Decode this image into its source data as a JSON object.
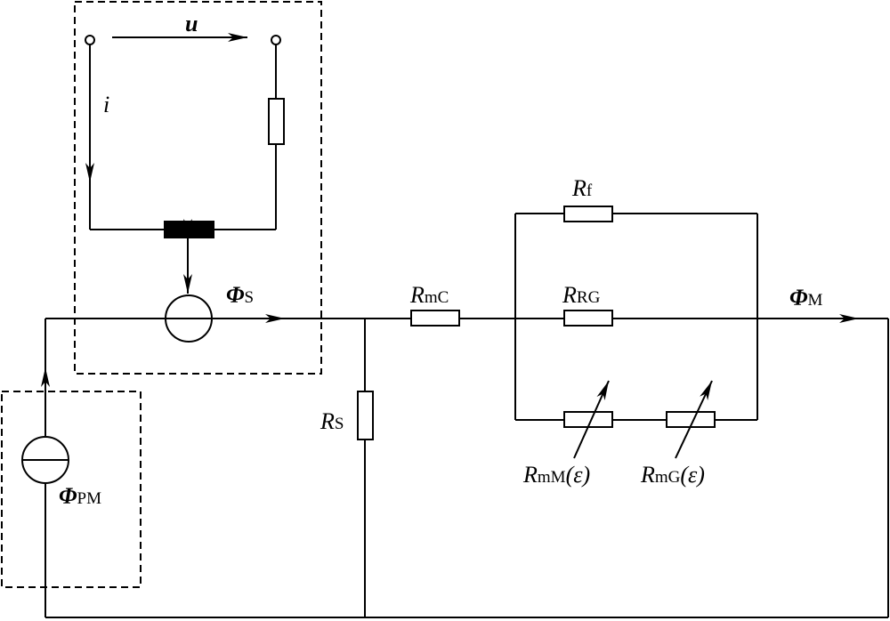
{
  "labels": {
    "voltage": "u",
    "current": "i",
    "phi_s": {
      "symbol": "Φ",
      "sub": "S"
    },
    "phi_pm": {
      "symbol": "Φ",
      "sub": "PM"
    },
    "phi_m": {
      "symbol": "Φ",
      "sub": "M"
    },
    "r_mc": {
      "symbol": "R",
      "sub": "mC"
    },
    "r_s": {
      "symbol": "R",
      "sub": "S"
    },
    "r_f": {
      "symbol": "R",
      "sub": "f"
    },
    "r_rg": {
      "symbol": "R",
      "sub": "RG"
    },
    "r_mm": {
      "symbol": "R",
      "sub": "mM",
      "arg": "(ε)"
    },
    "r_mg": {
      "symbol": "R",
      "sub": "mG",
      "arg": "(ε)"
    }
  }
}
